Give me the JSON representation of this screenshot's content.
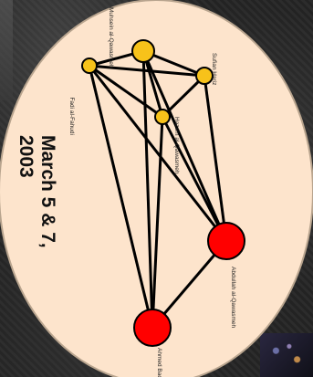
{
  "slide": {
    "date_line1": "March 5 & 7,",
    "date_line2": "2003"
  },
  "colors": {
    "oval_fill": "#fde4cc",
    "oval_border": "#b8a48e",
    "edge": "#000000",
    "small_node": "#f7c21a",
    "large_node": "#ff0000",
    "node_outline": "#000000"
  },
  "network": {
    "nodes": [
      {
        "id": "fadi",
        "label": "Fadi al-Fahudi",
        "size": "small"
      },
      {
        "id": "muhsein",
        "label": "Muhsein al-Qawasmeh",
        "size": "small"
      },
      {
        "id": "sufian",
        "label": "Sufian Hariz",
        "size": "small"
      },
      {
        "id": "hazem",
        "label": "Hazem al-Qawasmeh",
        "size": "small"
      },
      {
        "id": "abdullah",
        "label": "Abdullah al-Qawasmeh",
        "size": "large"
      },
      {
        "id": "ahmed",
        "label": "Ahmed Bader",
        "size": "large"
      }
    ],
    "edges": [
      [
        "fadi",
        "muhsein"
      ],
      [
        "fadi",
        "sufian"
      ],
      [
        "fadi",
        "hazem"
      ],
      [
        "fadi",
        "abdullah"
      ],
      [
        "fadi",
        "ahmed"
      ],
      [
        "muhsein",
        "sufian"
      ],
      [
        "muhsein",
        "hazem"
      ],
      [
        "muhsein",
        "abdullah"
      ],
      [
        "muhsein",
        "ahmed"
      ],
      [
        "sufian",
        "hazem"
      ],
      [
        "sufian",
        "abdullah"
      ],
      [
        "hazem",
        "abdullah"
      ],
      [
        "hazem",
        "ahmed"
      ],
      [
        "abdullah",
        "ahmed"
      ]
    ]
  }
}
